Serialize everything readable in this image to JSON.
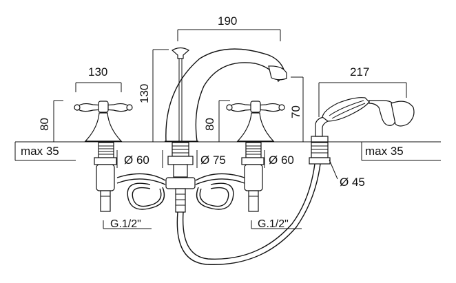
{
  "dimensions": {
    "spout_width": "190",
    "handle_left_width": "130",
    "handle_left_height": "80",
    "spout_height": "130",
    "handle_right_height": "80",
    "spout_right_height": "70",
    "handshower_width": "217",
    "max_left": "max 35",
    "max_right": "max 35",
    "dia_left": "Ø 60",
    "dia_center": "Ø 75",
    "dia_right": "Ø 60",
    "dia_shower": "Ø 45",
    "thread_left": "G.1/2\"",
    "thread_right": "G.1/2\""
  }
}
